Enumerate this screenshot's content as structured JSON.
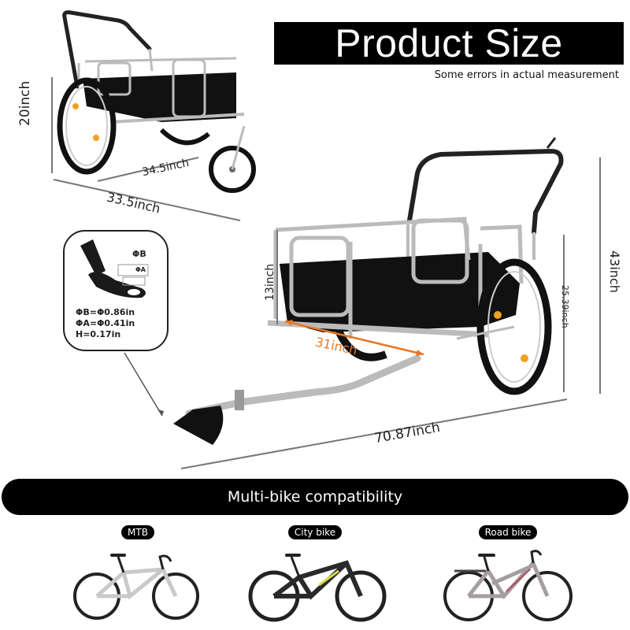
{
  "header": {
    "title": "Product Size",
    "subtitle": "Some errors in actual measurement"
  },
  "small_view_dimensions": {
    "height": "20inch",
    "length": "34.5inch",
    "width": "33.5inch"
  },
  "main_view_dimensions": {
    "cargo_height": "13inch",
    "cargo_length": "31inch",
    "wheel_height": "25.39inch",
    "total_height": "43inch",
    "total_length": "70.87inch"
  },
  "hitch": {
    "labels": {
      "b": "ΦB",
      "a": "ΦA",
      "h": "H"
    },
    "specs": [
      "ΦB=Φ0.86in",
      "ΦA=Φ0.41in",
      "H=0.17in"
    ]
  },
  "compatibility": {
    "banner": "Multi-bike compatibility",
    "bikes": [
      {
        "label": "MTB",
        "frame_color": "#c9c9c9"
      },
      {
        "label": "City bike",
        "frame_color": "#2a2a2a",
        "accent": "#d8d84a"
      },
      {
        "label": "Road bike",
        "frame_color": "#a59ea0",
        "accent": "#b04a5a"
      }
    ]
  },
  "colors": {
    "accent_orange": "#e87722",
    "frame_silver": "#b8bcc0",
    "cargo_black": "#111111"
  }
}
